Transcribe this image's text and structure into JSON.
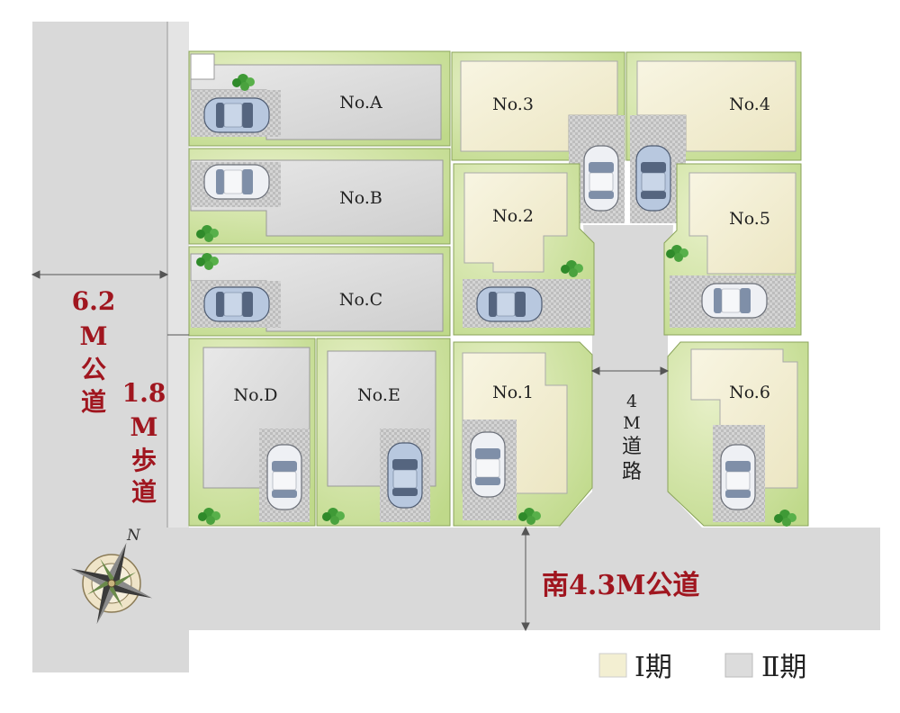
{
  "lots": {
    "A": "No.A",
    "B": "No.B",
    "C": "No.C",
    "D": "No.D",
    "E": "No.E",
    "1": "No.1",
    "2": "No.2",
    "3": "No.3",
    "4": "No.4",
    "5": "No.5",
    "6": "No.6"
  },
  "roads": {
    "west_road": [
      "6.2",
      "M",
      "公",
      "道"
    ],
    "sidewalk": [
      "1.8",
      "M",
      "歩",
      "道"
    ],
    "inner_road": [
      "4",
      "M",
      "道",
      "路"
    ],
    "south_road": "南4.3M公道"
  },
  "compass": {
    "north_label": "N"
  },
  "legend": {
    "phase1": "Ⅰ期",
    "phase2": "Ⅱ期"
  },
  "colors": {
    "phase1_building": "#f3efd2",
    "phase2_building": "#dcdcdc",
    "lot_green": "#cfe39b",
    "road_gray": "#dadada",
    "label_red": "#a0161f"
  }
}
